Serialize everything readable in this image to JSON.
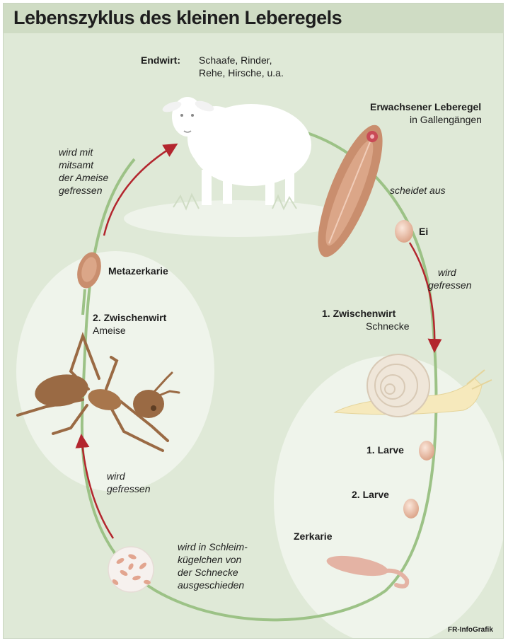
{
  "title": "Lebenszyklus des kleinen Leberegels",
  "final_host": {
    "label": "Endwirt:",
    "text_line1": "Schaafe, Rinder,",
    "text_line2": "Rehe, Hirsche, u.a."
  },
  "adult": {
    "label": "Erwachsener Leberegel",
    "sublabel": "in Gallengängen"
  },
  "excretes": "scheidet aus",
  "egg": "Ei",
  "eaten_1": {
    "line1": "wird",
    "line2": "gefressen"
  },
  "first_host": {
    "label": "1. Zwischenwirt",
    "sublabel": "Schnecke"
  },
  "larva_1": "1. Larve",
  "larva_2": "2. Larve",
  "cercaria": "Zerkarie",
  "slime": {
    "line1": "wird in Schleim-",
    "line2": "kügelchen von",
    "line3": "der Schnecke",
    "line4": "ausgeschieden"
  },
  "eaten_2": {
    "line1": "wird",
    "line2": "gefressen"
  },
  "second_host": {
    "label": "2. Zwischenwirt",
    "sublabel": "Ameise"
  },
  "metacercaria": "Metazerkarie",
  "eaten_with_ant": {
    "line1": "wird mit",
    "line2": "mitsamt",
    "line3": "der Ameise",
    "line4": "gefressen"
  },
  "credit": "FR-InfoGrafik",
  "colors": {
    "background": "#dfe9d7",
    "title_bar": "#cfdcc4",
    "cycle_line": "#9cc286",
    "arrow": "#b3262e",
    "fluke": "#c98e6e",
    "ant": "#9a6a44"
  }
}
